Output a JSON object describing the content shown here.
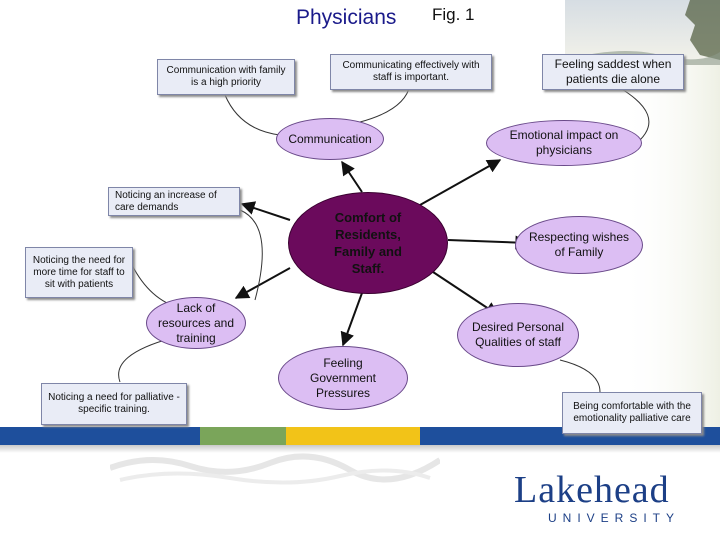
{
  "title": "Physicians",
  "figure_label": "Fig. 1",
  "center": "Comfort of Residents, Family and Staff.",
  "themes": {
    "communication": "Communication",
    "emotional_impact": "Emotional impact on physicians",
    "respecting_wishes": "Respecting wishes of Family",
    "desired_qualities": "Desired Personal Qualities of staff",
    "government_pressures": "Feeling Government Pressures",
    "lack_resources": "Lack of resources and training"
  },
  "notes": {
    "family_priority": "Communication with family is a high priority",
    "staff_effective": "Communicating effectively with staff is important.",
    "saddest": "Feeling saddest when patients die alone",
    "care_demands": "Noticing an increase of care demands",
    "more_time": "Noticing the need for more time for staff to sit with patients",
    "palliative_training": "Noticing a need for palliative -specific training.",
    "comfortable": "Being comfortable with the emotionality palliative care"
  },
  "logo": {
    "name": "Lakehead",
    "sub": "UNIVERSITY"
  },
  "colors": {
    "theme_fill": "#dcbef3",
    "center_fill": "#6b0a5c",
    "note_fill": "#e9ecf6",
    "stripe_blue": "#1e4f9c",
    "stripe_green": "#7aa55a",
    "stripe_yellow": "#f2c318",
    "logo_blue": "#1c3f86"
  }
}
